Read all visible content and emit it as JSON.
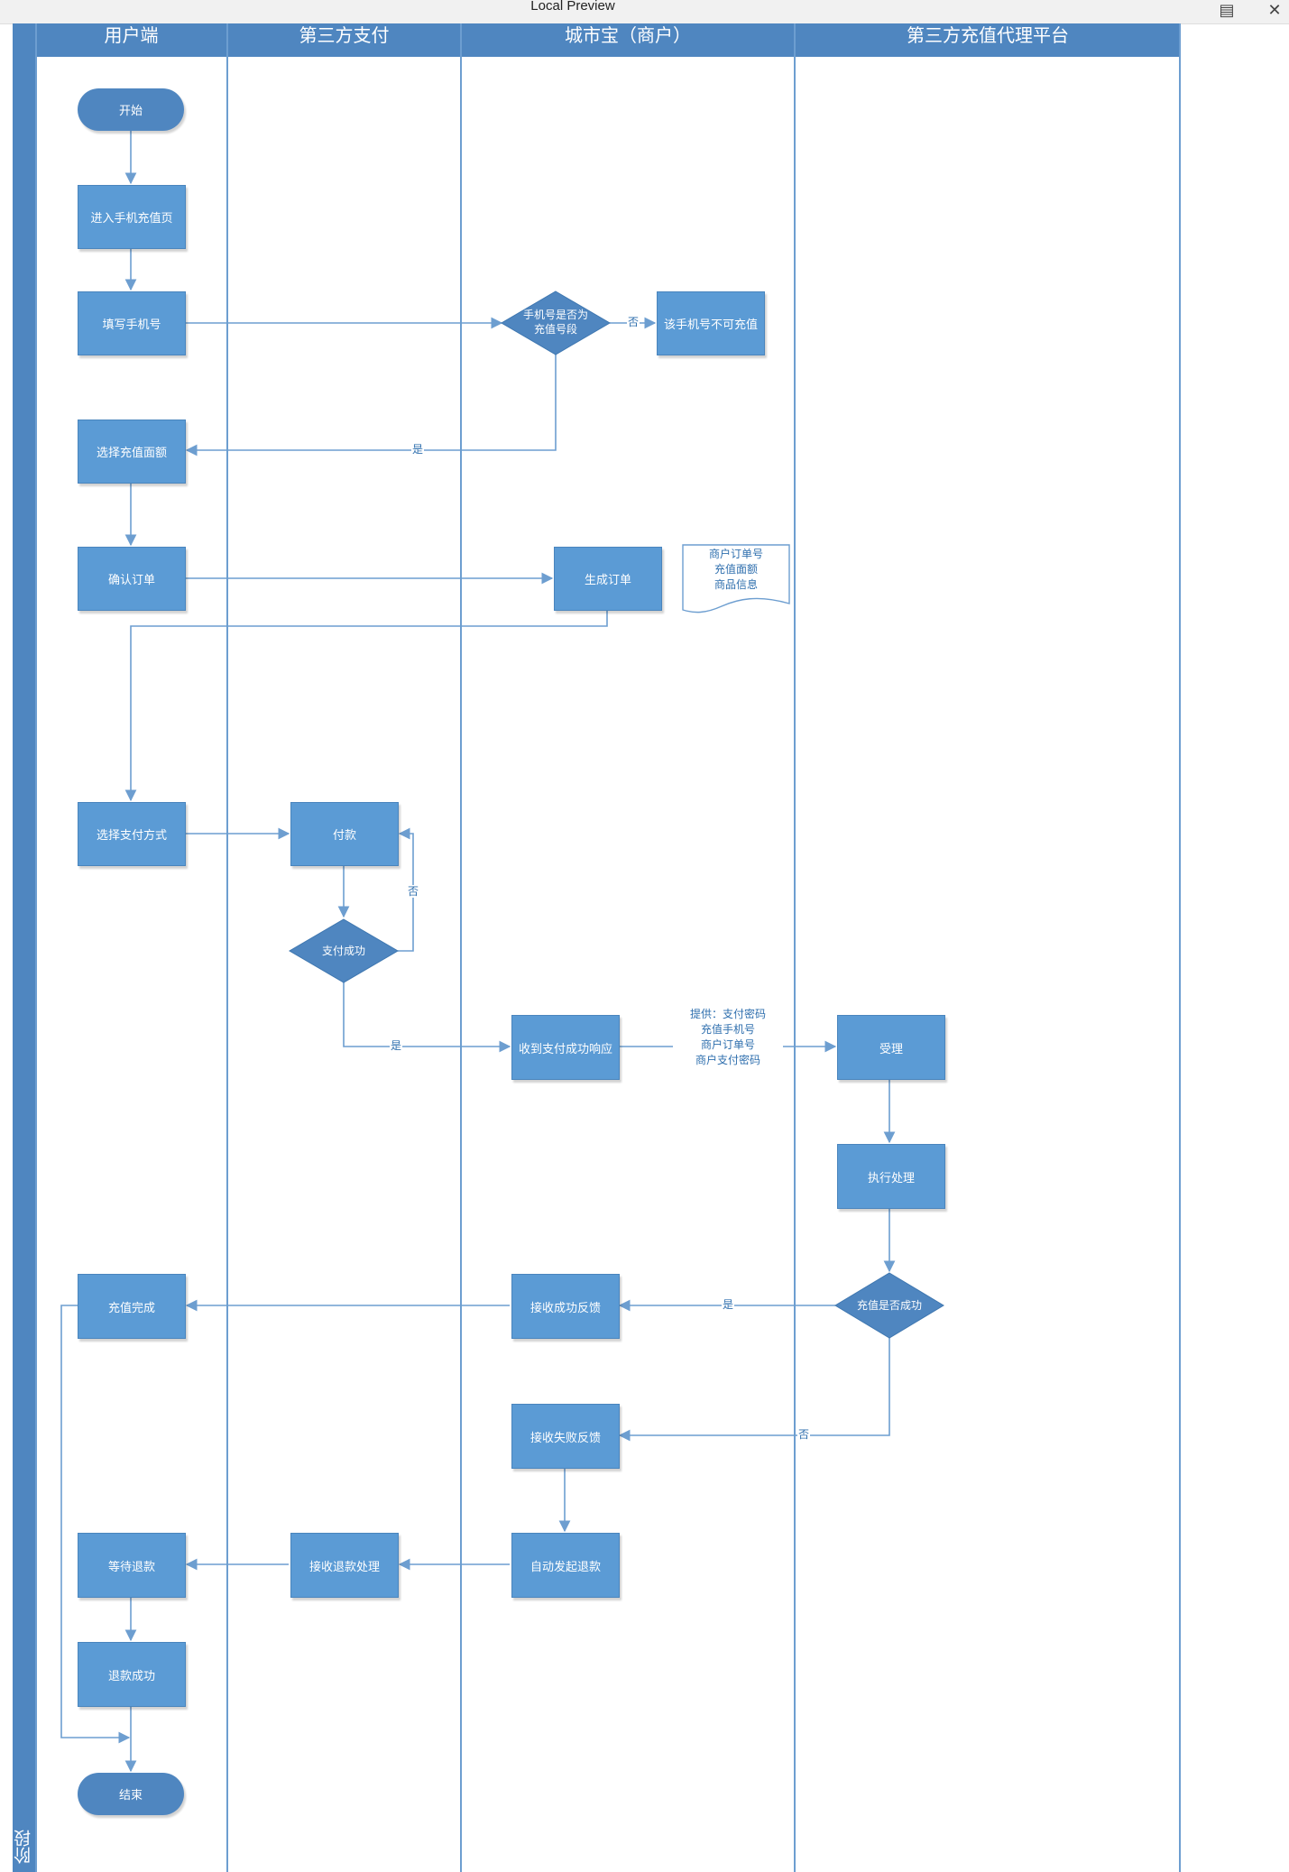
{
  "window": {
    "title": "Local Preview",
    "icons": [
      "document-icon",
      "close-icon"
    ]
  },
  "lanes": [
    {
      "title": "用户端"
    },
    {
      "title": "第三方支付"
    },
    {
      "title": "城市宝（商户）"
    },
    {
      "title": "第三方充值代理平台"
    }
  ],
  "phase_label": "阶段",
  "nodes": {
    "start": "开始",
    "enter_page": "进入手机充值页",
    "fill_phone": "填写手机号",
    "check_segment": [
      "手机号是否为",
      "充值号段"
    ],
    "not_rechargeable": "该手机号不可充值",
    "select_amount": "选择充值面额",
    "confirm_order": "确认订单",
    "generate_order": "生成订单",
    "order_note": [
      "商户订单号",
      "充值面额",
      "商品信息"
    ],
    "select_payment": "选择支付方式",
    "pay": "付款",
    "pay_success": "支付成功",
    "receive_pay_response": "收到支付成功响应",
    "accept": "受理",
    "execute": "执行处理",
    "recharge_success_check": "充值是否成功",
    "receive_success": "接收成功反馈",
    "recharge_done": "充值完成",
    "receive_fail": "接收失败反馈",
    "auto_refund": "自动发起退款",
    "receive_refund": "接收退款处理",
    "wait_refund": "等待退款",
    "refund_success": "退款成功",
    "end": "结束"
  },
  "edge_labels": {
    "no": "否",
    "yes": "是",
    "provide": [
      "提供：支付密码",
      "充值手机号",
      "商户订单号",
      "商户支付密码"
    ]
  },
  "colors": {
    "header": "#4f86c0",
    "box": "#5b9bd5",
    "line": "#6d9ed0",
    "text_label": "#2f6fae"
  }
}
